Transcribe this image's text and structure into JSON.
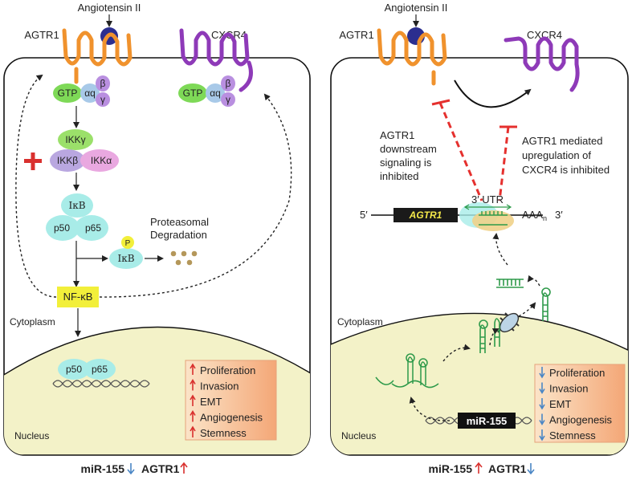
{
  "left_panel": {
    "angiotensin_label": "Angiotensin II",
    "agtr1_label": "AGTR1",
    "cxcr4_label": "CXCR4",
    "gprotein_left": {
      "gtp": "GTP",
      "alpha": "αq",
      "beta": "β",
      "gamma": "γ"
    },
    "gprotein_right": {
      "gtp": "GTP",
      "alpha": "αq",
      "beta": "β",
      "gamma": "γ"
    },
    "ikk_gamma": "IKKγ",
    "ikk_beta": "IKKβ",
    "ikk_alpha": "IKKα",
    "ikb": "IκB",
    "p50": "p50",
    "p65": "p65",
    "phospho": "P",
    "ikb_free": "IκB",
    "proteasomal_line1": "Proteasomal",
    "proteasomal_line2": "Degradation",
    "nfkb": "NF-κB",
    "cytoplasm": "Cytoplasm",
    "nucleus": "Nucleus",
    "nuc_p50": "p50",
    "nuc_p65": "p65",
    "outcomes": [
      "Proliferation",
      "Invasion",
      "EMT",
      "Angiogenesis",
      "Stemness"
    ],
    "caption_mir": "miR-155",
    "caption_agtr": "AGTR1"
  },
  "right_panel": {
    "angiotensin_label": "Angiotensin II",
    "agtr1_label": "AGTR1",
    "cxcr4_label": "CXCR4",
    "inhibit_left": [
      "AGTR1",
      "downstream",
      "signaling is",
      "inhibited"
    ],
    "inhibit_right": [
      "AGTR1 mediated",
      "upregulation of",
      "CXCR4 is inhibited"
    ],
    "utr_label": "3′ UTR",
    "five_prime": "5′",
    "gene": "AGTR1",
    "poly_a": "AAA",
    "poly_a_sub": "n",
    "three_prime": "3′",
    "cytoplasm": "Cytoplasm",
    "nucleus": "Nucleus",
    "mir155_box": "miR-155",
    "outcomes": [
      "Proliferation",
      "Invasion",
      "EMT",
      "Angiogenesis",
      "Stemness"
    ],
    "caption_mir": "miR-155",
    "caption_agtr": "AGTR1"
  },
  "colors": {
    "agtr1": "#f0922d",
    "cxcr4": "#8e3ab8",
    "ligand": "#2b2e8f",
    "gtp": "#7ed957",
    "alpha_q": "#a8c9e8",
    "beta_gamma": "#b98fe0",
    "ikk_gamma": "#9be06a",
    "ikk_beta": "#b9a7e0",
    "ikk_alpha": "#e9a8e0",
    "nfkb_complex": "#a8ece8",
    "nfkb_box": "#f2ef3a",
    "nucleus_fill": "#f3f2c8",
    "outcome_box": "#f6b58a",
    "up_arrow": "#d9302e",
    "down_arrow": "#4a86c5",
    "inhibit": "#e5302e",
    "mirna": "#2e9a4a",
    "gene_box": "#1a1a1a",
    "gene_text": "#f5e94a"
  }
}
